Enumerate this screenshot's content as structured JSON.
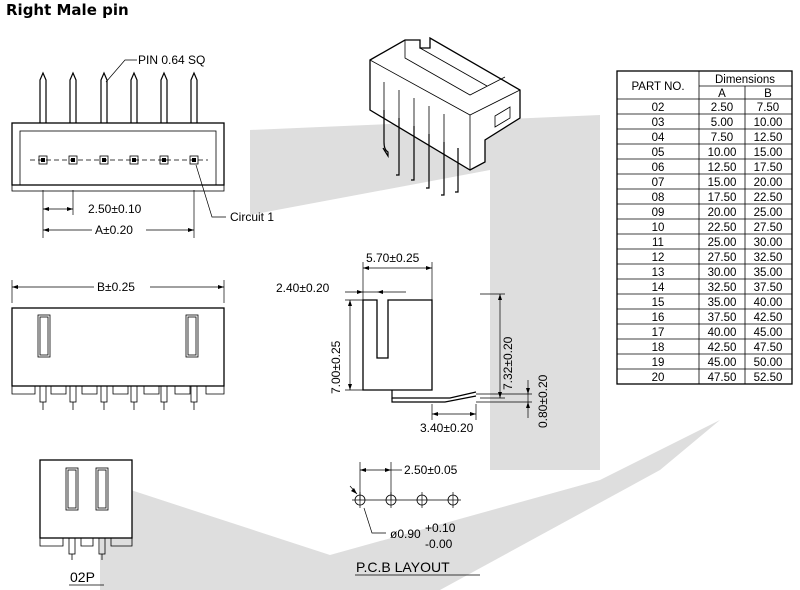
{
  "title": "Right Male pin",
  "front_view": {
    "pin_label": "PIN  0.64  SQ",
    "pitch_label": "2.50±0.10",
    "circuit_label": "Circuit  1",
    "a_label": "A±0.20"
  },
  "top_view": {
    "b_label": "B±0.25"
  },
  "side_view": {
    "width_label": "5.70±0.25",
    "offset_label": "2.40±0.20",
    "height_label": "7.00±0.25",
    "pin_height_label": "7.32±0.20",
    "thickness_label": "0.80±0.20",
    "pin_length_label": "3.40±0.20"
  },
  "small_view": {
    "label": "02P"
  },
  "pcb_layout": {
    "pitch_label": "2.50±0.05",
    "hole_prefix": "ø0.90",
    "tol_plus": "+0.10",
    "tol_minus": "-0.00",
    "label": "P.C.B  LAYOUT"
  },
  "table": {
    "header_part": "PART  NO.",
    "header_dimensions": "Dimensions",
    "header_a": "A",
    "header_b": "B",
    "rows": [
      [
        "02",
        "2.50",
        "7.50"
      ],
      [
        "03",
        "5.00",
        "10.00"
      ],
      [
        "04",
        "7.50",
        "12.50"
      ],
      [
        "05",
        "10.00",
        "15.00"
      ],
      [
        "06",
        "12.50",
        "17.50"
      ],
      [
        "07",
        "15.00",
        "20.00"
      ],
      [
        "08",
        "17.50",
        "22.50"
      ],
      [
        "09",
        "20.00",
        "25.00"
      ],
      [
        "10",
        "22.50",
        "27.50"
      ],
      [
        "11",
        "25.00",
        "30.00"
      ],
      [
        "12",
        "27.50",
        "32.50"
      ],
      [
        "13",
        "30.00",
        "35.00"
      ],
      [
        "14",
        "32.50",
        "37.50"
      ],
      [
        "15",
        "35.00",
        "40.00"
      ],
      [
        "16",
        "37.50",
        "42.50"
      ],
      [
        "17",
        "40.00",
        "45.00"
      ],
      [
        "18",
        "42.50",
        "47.50"
      ],
      [
        "19",
        "45.00",
        "50.00"
      ],
      [
        "20",
        "47.50",
        "52.50"
      ]
    ]
  },
  "colors": {
    "watermark": "#dedede",
    "line": "#000000"
  }
}
